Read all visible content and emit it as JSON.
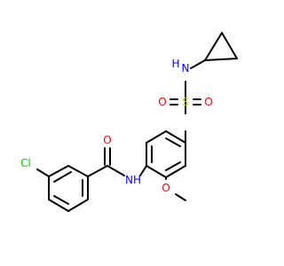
{
  "molecule": {
    "atom_labels": {
      "chlorine": "Cl",
      "carbonyl_oxygen": "O",
      "amide_nitrogen": "NH",
      "sulfonamide_nitrogen": "N",
      "sulfonamide_hydrogen": "H",
      "sulfur": "S",
      "sulfonyl_oxygen_left": "O",
      "sulfonyl_oxygen_right": "O",
      "methoxy_oxygen": "O"
    },
    "colors": {
      "bond": "#000000",
      "chlorine": "#00cc00",
      "oxygen": "#ff0000",
      "nitrogen": "#0000ff",
      "sulfur": "#cccc00"
    }
  }
}
